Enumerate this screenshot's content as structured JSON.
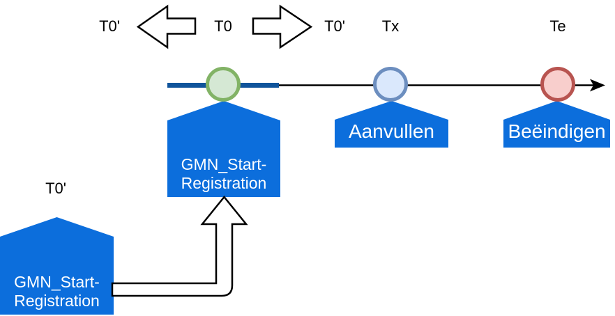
{
  "header": {
    "t0_prime_left": "T0'",
    "t0": "T0",
    "t0_prime_right": "T0'",
    "tx": "Tx",
    "te": "Te"
  },
  "icons": {
    "block_arrow_left": "left-block-arrow",
    "block_arrow_right": "right-block-arrow",
    "timeline_arrowhead": "right-arrowhead",
    "promote_arrow": "up-block-arrow-elbow"
  },
  "timeline": {
    "blue_segment_color": "#10549B",
    "axis_color": "#000000",
    "milestones": [
      {
        "id": "t0",
        "fill": "#D5E8D4",
        "border": "#82B366"
      },
      {
        "id": "tx",
        "fill": "#DAE8FC",
        "border": "#6C8EBF"
      },
      {
        "id": "te",
        "fill": "#F8CECC",
        "border": "#B85450"
      }
    ]
  },
  "events": [
    {
      "id": "gmn-start-registration",
      "line1": "GMN_Start-",
      "line2": "Registration"
    },
    {
      "id": "aanvullen",
      "label": "Aanvullen"
    },
    {
      "id": "beeindigen",
      "label": "Beëindigen"
    }
  ],
  "ghost_event": {
    "time_label": "T0'",
    "line1": "GMN_Start-",
    "line2": "Registration"
  },
  "colors": {
    "event_shape_fill": "#0C6EDC",
    "event_text": "#FFFFFF",
    "outline": "#000000",
    "background": "#FFFFFF"
  }
}
